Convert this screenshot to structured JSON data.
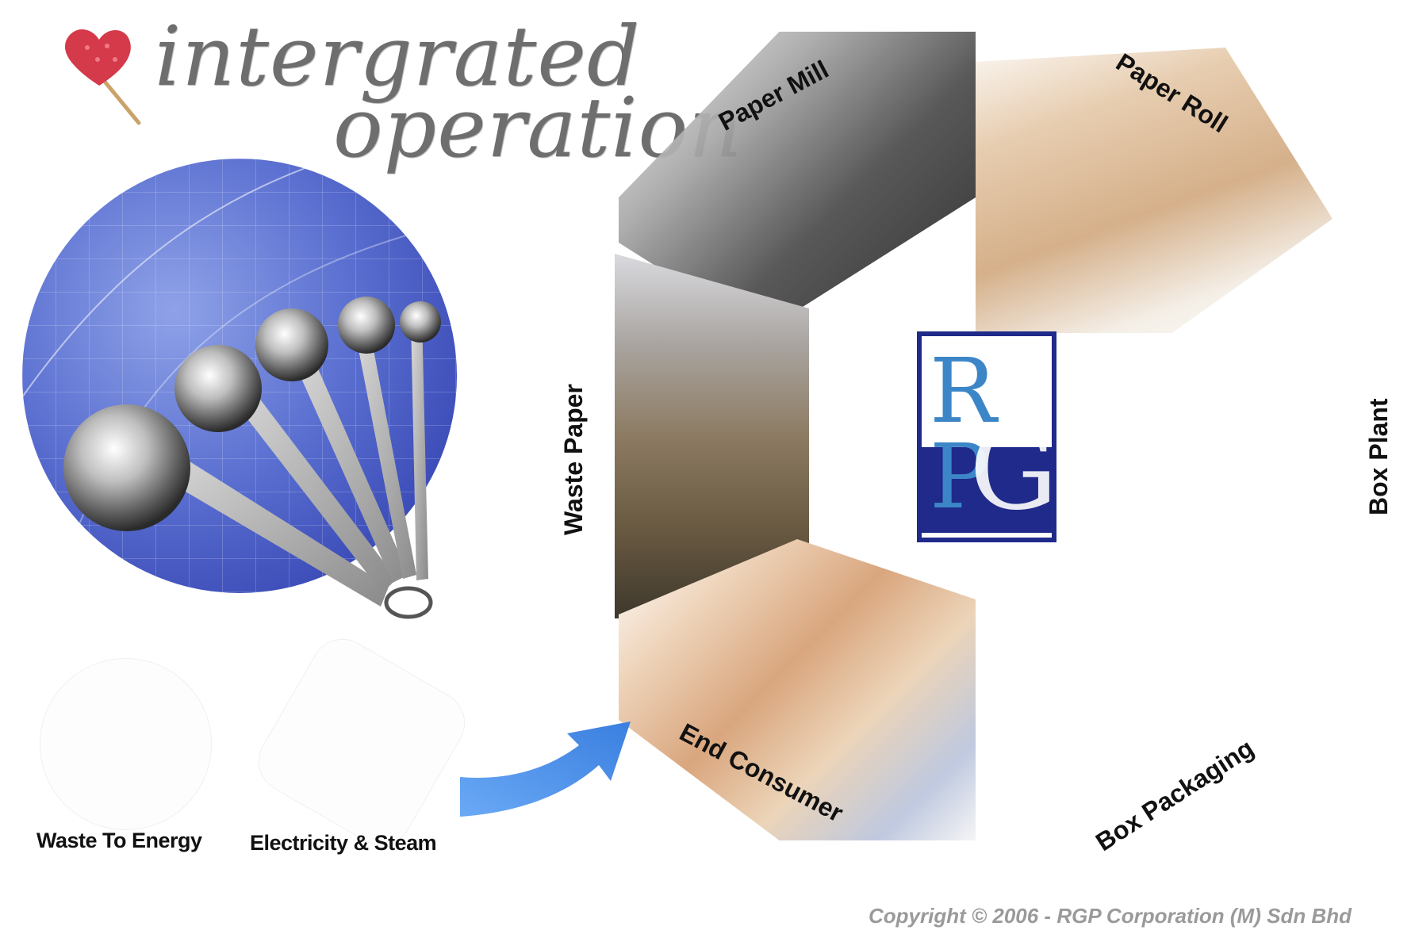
{
  "title": {
    "line1": "intergrated",
    "line2": "operation"
  },
  "cycle_labels": {
    "paper_mill": "Paper Mill",
    "paper_roll": "Paper Roll",
    "waste_paper": "Waste Paper",
    "box_plant": "Box Plant",
    "end_consumer": "End Consumer",
    "box_packaging": "Box Packaging"
  },
  "bottom_labels": {
    "waste_to_energy": "Waste To Energy",
    "electricity_steam": "Electricity & Steam"
  },
  "logo": {
    "letters": [
      "R",
      "P",
      "G"
    ]
  },
  "copyright": "Copyright © 2006 - RGP Corporation (M) Sdn Bhd",
  "colors": {
    "logo_blue": "#1f2a8a",
    "logo_light_blue": "#3c86c8",
    "arrow_blue": "#4a8fe8",
    "disk_blue": "#3a4ab6"
  },
  "icons": {
    "candy": "heart-candy-icon",
    "arrow": "curved-arrow-icon",
    "spoons": "measuring-spoons-icon"
  }
}
